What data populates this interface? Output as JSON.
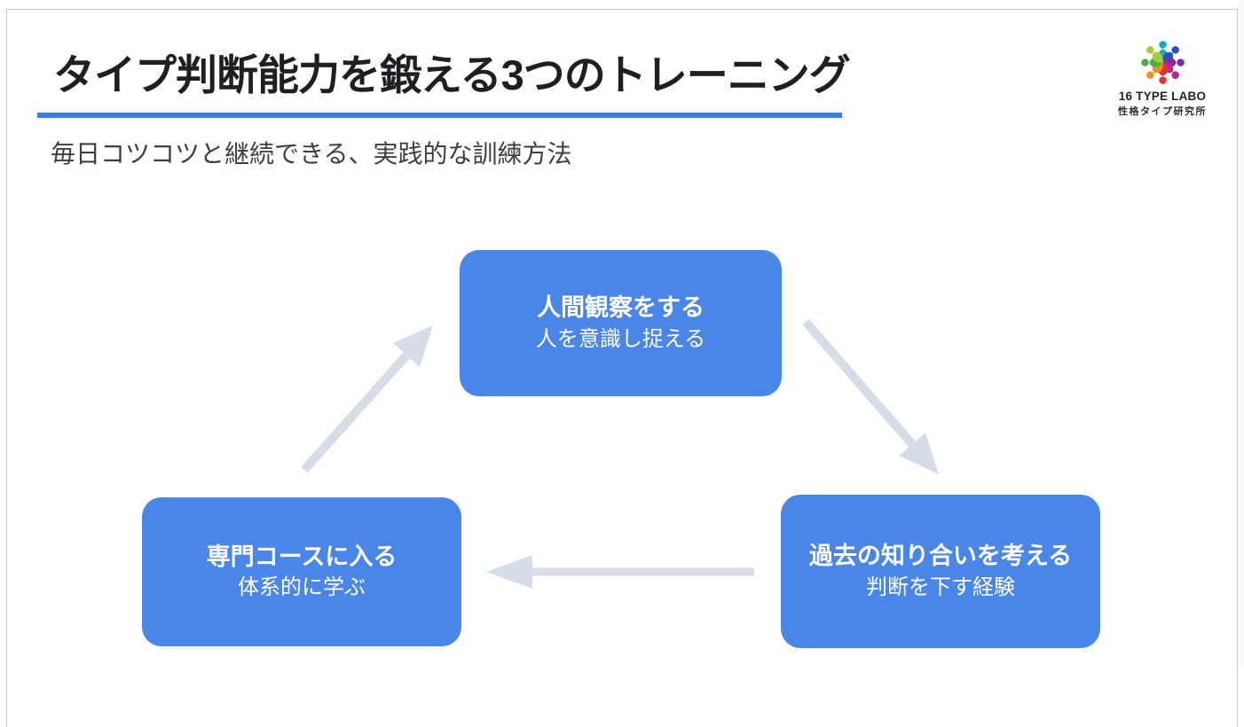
{
  "header": {
    "title": "タイプ判断能力を鍛える3つのトレーニング",
    "subtitle": "毎日コツコツと継続できる、実践的な訓練方法",
    "accent_color": "#3c7ce2"
  },
  "logo": {
    "name": "16 TYPE LABO",
    "subname": "性格タイプ研究所",
    "icon": "people-circle-icon",
    "icon_colors": [
      "#1ea7b4",
      "#2a52c8",
      "#7b2da5",
      "#c12390",
      "#e23431",
      "#f2911d",
      "#4caf3f",
      "#a6ce39"
    ]
  },
  "diagram": {
    "type": "cycle",
    "box_color": "#4a86e8",
    "box_text_color": "#ffffff",
    "arrow_color": "#d5dde8",
    "nodes": [
      {
        "title": "人間観察をする",
        "subtitle": "人を意識し捉える",
        "position": "top"
      },
      {
        "title": "過去の知り合いを考える",
        "subtitle": "判断を下す経験",
        "position": "bottom-right"
      },
      {
        "title": "専門コースに入る",
        "subtitle": "体系的に学ぶ",
        "position": "bottom-left"
      }
    ],
    "arrows": [
      {
        "from": "人間観察をする",
        "to": "過去の知り合いを考える",
        "direction": "down-right"
      },
      {
        "from": "過去の知り合いを考える",
        "to": "専門コースに入る",
        "direction": "left"
      },
      {
        "from": "専門コースに入る",
        "to": "人間観察をする",
        "direction": "up-right"
      }
    ]
  }
}
